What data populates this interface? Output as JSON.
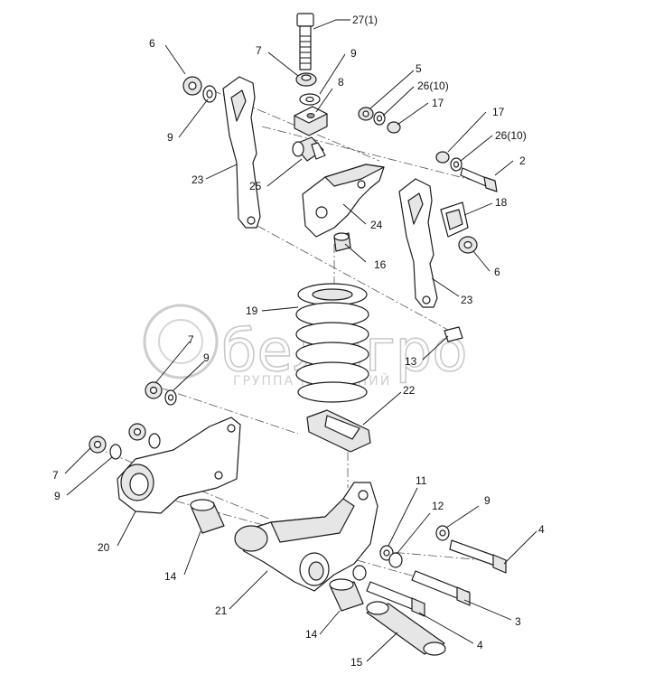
{
  "diagram": {
    "labels": {
      "l27": "27(1)",
      "l6a": "6",
      "l7a": "7",
      "l9a": "9",
      "l8": "8",
      "l9b": "9",
      "l5": "5",
      "l26a": "26(10)",
      "l17a": "17",
      "l17b": "17",
      "l26b": "26(10)",
      "l2": "2",
      "l23a": "23",
      "l25": "25",
      "l24": "24",
      "l18": "18",
      "l6b": "6",
      "l16": "16",
      "l23b": "23",
      "l19": "19",
      "l7b": "7",
      "l9c": "9",
      "l13": "13",
      "l22": "22",
      "l7c": "7",
      "l9d": "9",
      "l11": "11",
      "l12": "12",
      "l9e": "9",
      "l4a": "4",
      "l20": "20",
      "l14a": "14",
      "l21": "21",
      "l3": "3",
      "l14b": "14",
      "l4b": "4",
      "l15": "15"
    },
    "watermark": {
      "brand": "белагро",
      "tagline": "ГРУППА КОМПАНИЙ"
    }
  }
}
